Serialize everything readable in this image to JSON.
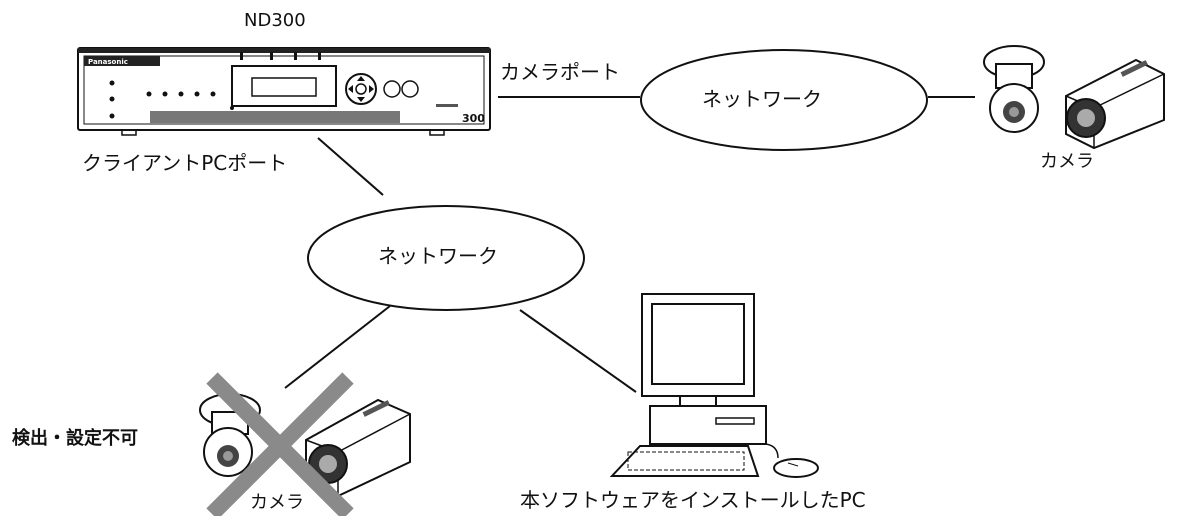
{
  "recorder": {
    "model": "ND300",
    "brand": "Panasonic",
    "badge": "300"
  },
  "labels": {
    "camera_port": "カメラポート",
    "client_pc_port": "クライアントPCポート",
    "network_top": "ネットワーク",
    "network_center": "ネットワーク",
    "camera_right": "カメラ",
    "camera_bottom": "カメラ",
    "undetectable": "検出・設定不可",
    "pc": "本ソフトウェアをインストールしたPC"
  },
  "colors": {
    "line": "#111111",
    "cross": "#8a8a8a",
    "device_fill": "#ffffff"
  }
}
